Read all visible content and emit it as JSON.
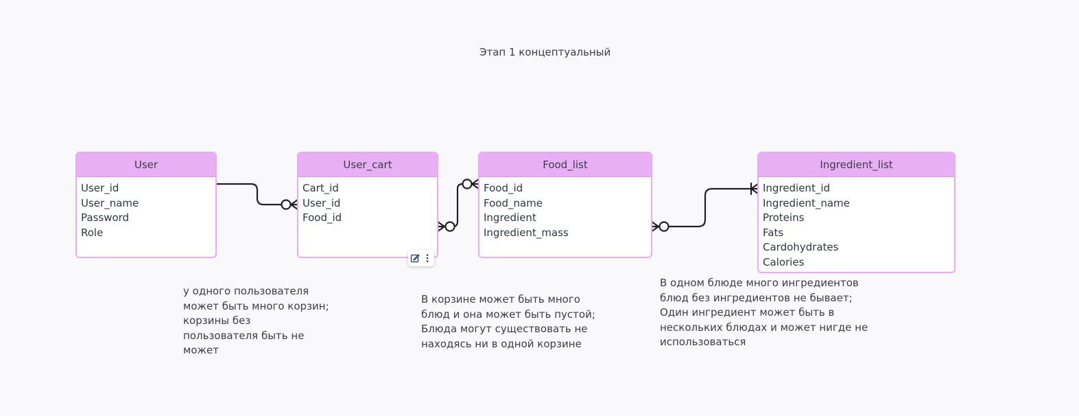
{
  "diagram": {
    "title": "Этап 1 концептуальный",
    "entities": {
      "user": {
        "name": "User",
        "fields": [
          "User_id",
          "User_name",
          "Password",
          "Role"
        ]
      },
      "user_cart": {
        "name": "User_cart",
        "fields": [
          "Cart_id",
          "User_id",
          "Food_id"
        ]
      },
      "food_list": {
        "name": "Food_list",
        "fields": [
          "Food_id",
          "Food_name",
          "Ingredient",
          "Ingredient_mass"
        ]
      },
      "ingredient_list": {
        "name": "Ingredient_list",
        "fields": [
          "Ingredient_id",
          "Ingredient_name",
          "Proteins",
          "Fats",
          "Cardohydrates",
          "Calories"
        ]
      }
    },
    "relationships": [
      {
        "from": "User",
        "from_end": "one",
        "to": "User_cart",
        "to_end": "zero-or-many"
      },
      {
        "from": "User_cart",
        "from_end": "zero-or-many",
        "to": "Food_list",
        "to_end": "zero-or-many"
      },
      {
        "from": "Food_list",
        "from_end": "zero-or-many",
        "to": "Ingredient_list",
        "to_end": "one-or-many"
      }
    ],
    "notes": {
      "user_cart": "у одного пользователя\nможет быть много корзин;\n корзины без\nпользователя быть не\nможет",
      "cart_food": "В корзине может быть много\nблюд и она может быть пустой;\nБлюда могут существовать не\nнаходясь ни в одной корзине",
      "food_ingredient": "В одном блюде много ингредиентов\nблюд без ингредиентов не бывает;\nОдин ингредиент может быть в\nнескольких блюдах и может нигде не\nиспользоваться"
    },
    "toolbar": {
      "icons": [
        "edit-icon",
        "more-vertical-icon"
      ]
    },
    "colors": {
      "entity_header": "#e8aff5",
      "entity_border": "#e9abf5",
      "connector": "#1f1f24",
      "background": "#f9f9fb"
    }
  }
}
